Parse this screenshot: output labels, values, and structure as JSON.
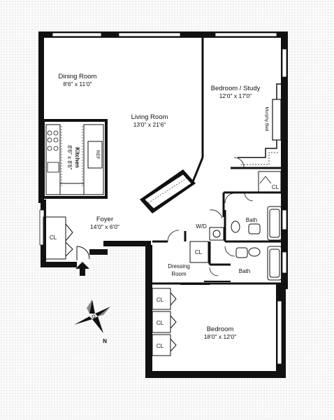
{
  "rooms": {
    "dining": {
      "name": "Dining Room",
      "dims": "8'6\" x 11'0\""
    },
    "living": {
      "name": "Living Room",
      "dims": "13'0\" x 21'6\""
    },
    "bedroom_study": {
      "name": "Bedroom / Study",
      "dims": "12'0\" x 17'0\""
    },
    "murphy_bed": "Murphy Bed",
    "kitchen": {
      "name": "Kitchen",
      "dims": "8'6\" x 8'6\""
    },
    "foyer": {
      "name": "Foyer",
      "dims": "14'0\" x 6'0\""
    },
    "bath1": "Bath",
    "bath2": "Bath",
    "wd": "W/D",
    "dressing": {
      "line1": "Dressing",
      "line2": "Room"
    },
    "bedroom": {
      "name": "Bedroom",
      "dims": "18'0\" x 12'0\""
    },
    "closet_foyer": "CL",
    "closet_study": "CL",
    "closet_dressing": "CL",
    "closet_bed1": "CL",
    "closet_bed2": "CL",
    "closet_bed3": "CL",
    "fridge": "REF"
  },
  "compass": {
    "north": "N"
  }
}
